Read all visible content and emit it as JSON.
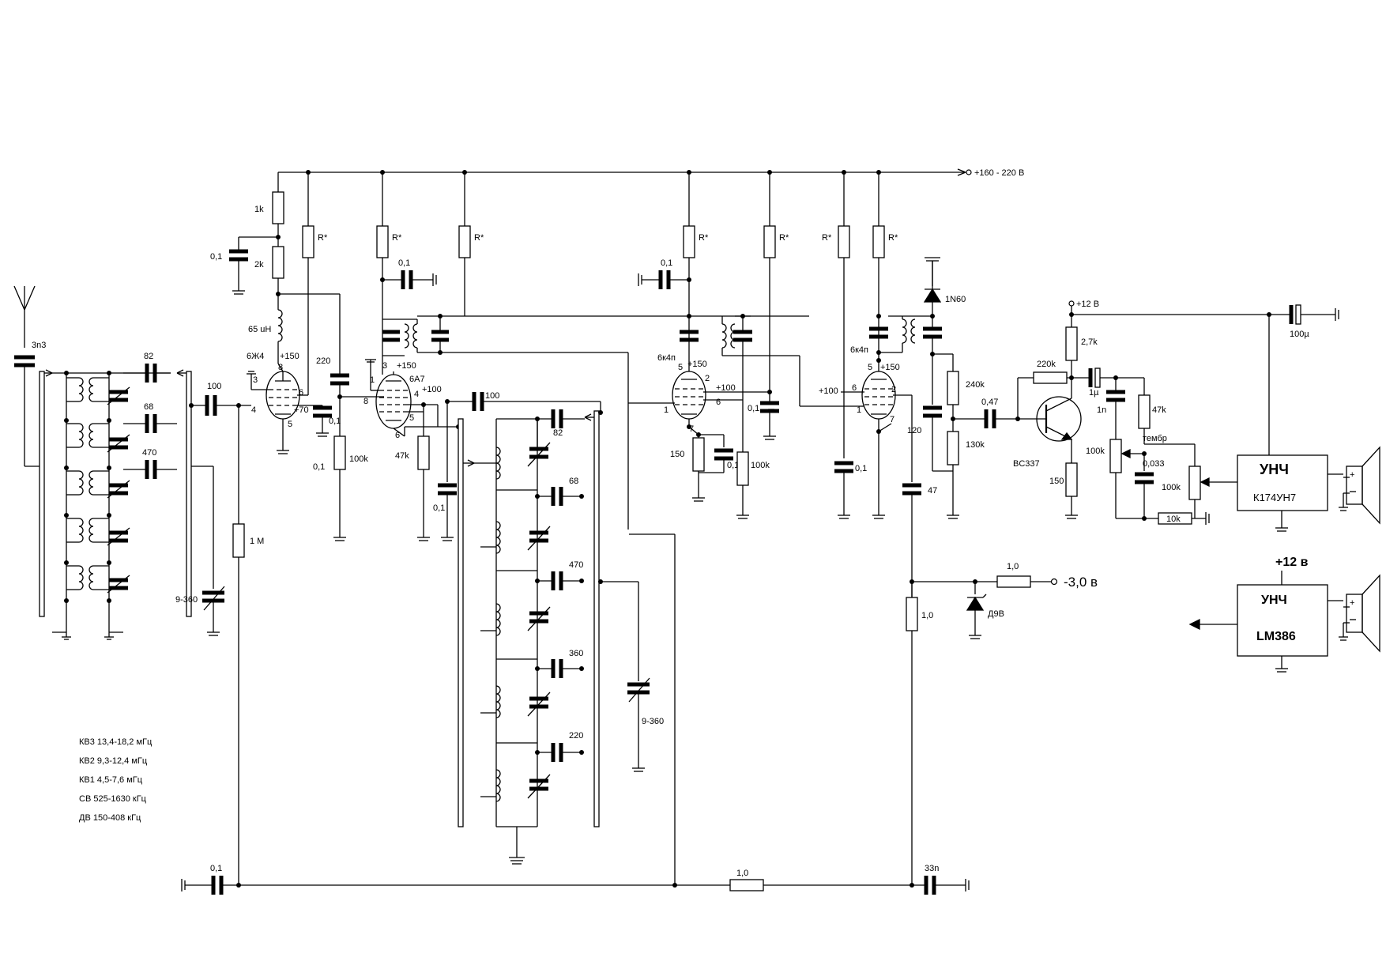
{
  "supply": {
    "main": "+160 - 220 В",
    "v12": "+12 В",
    "bias": "-3,0 в",
    "v12_amp": "+12 в"
  },
  "tubes": {
    "t1": "6Ж4",
    "t2": "6А7",
    "t3": "6к4п",
    "t4": "6к4п"
  },
  "pins": {
    "p1": "1",
    "p2": "2",
    "p3": "3",
    "p4": "4",
    "p5": "5",
    "p6": "6",
    "p7": "7",
    "p8": "8"
  },
  "volts": {
    "v150": "+150",
    "v70": "+70",
    "v100": "+100"
  },
  "parts": {
    "c3n3": "3n3",
    "c82": "82",
    "c68": "68",
    "c470": "470",
    "c100": "100",
    "c9_360": "9-360",
    "r1M": "1 M",
    "r1k": "1k",
    "r2k": "2k",
    "c01": "0,1",
    "l65": "65 uH",
    "rstar": "R*",
    "c220": "220",
    "r100k": "100k",
    "r47k": "47k",
    "c360": "360",
    "r150": "150",
    "d1n60": "1N60",
    "r240k": "240k",
    "r130k": "130k",
    "c120": "120",
    "c047": "0,47",
    "r220k": "220k",
    "r27k": "2,7k",
    "c1u": "1µ",
    "c1n": "1n",
    "r47kb": "47k",
    "q": "BC337",
    "tone": "тембр",
    "c0033": "0,033",
    "r10k": "10k",
    "c100u": "100µ",
    "c47": "47",
    "r10": "1,0",
    "d9v": "Д9В",
    "c33n": "33n"
  },
  "amps": {
    "a1": {
      "title": "УНЧ",
      "chip": "К174УН7"
    },
    "a2": {
      "title": "УНЧ",
      "chip": "LM386"
    }
  },
  "bands": [
    "КВ3 13,4-18,2 мГц",
    "КВ2 9,3-12,4 мГц",
    "КВ1 4,5-7,6 мГц",
    "СВ 525-1630 кГц",
    "ДВ 150-408 кГц"
  ]
}
